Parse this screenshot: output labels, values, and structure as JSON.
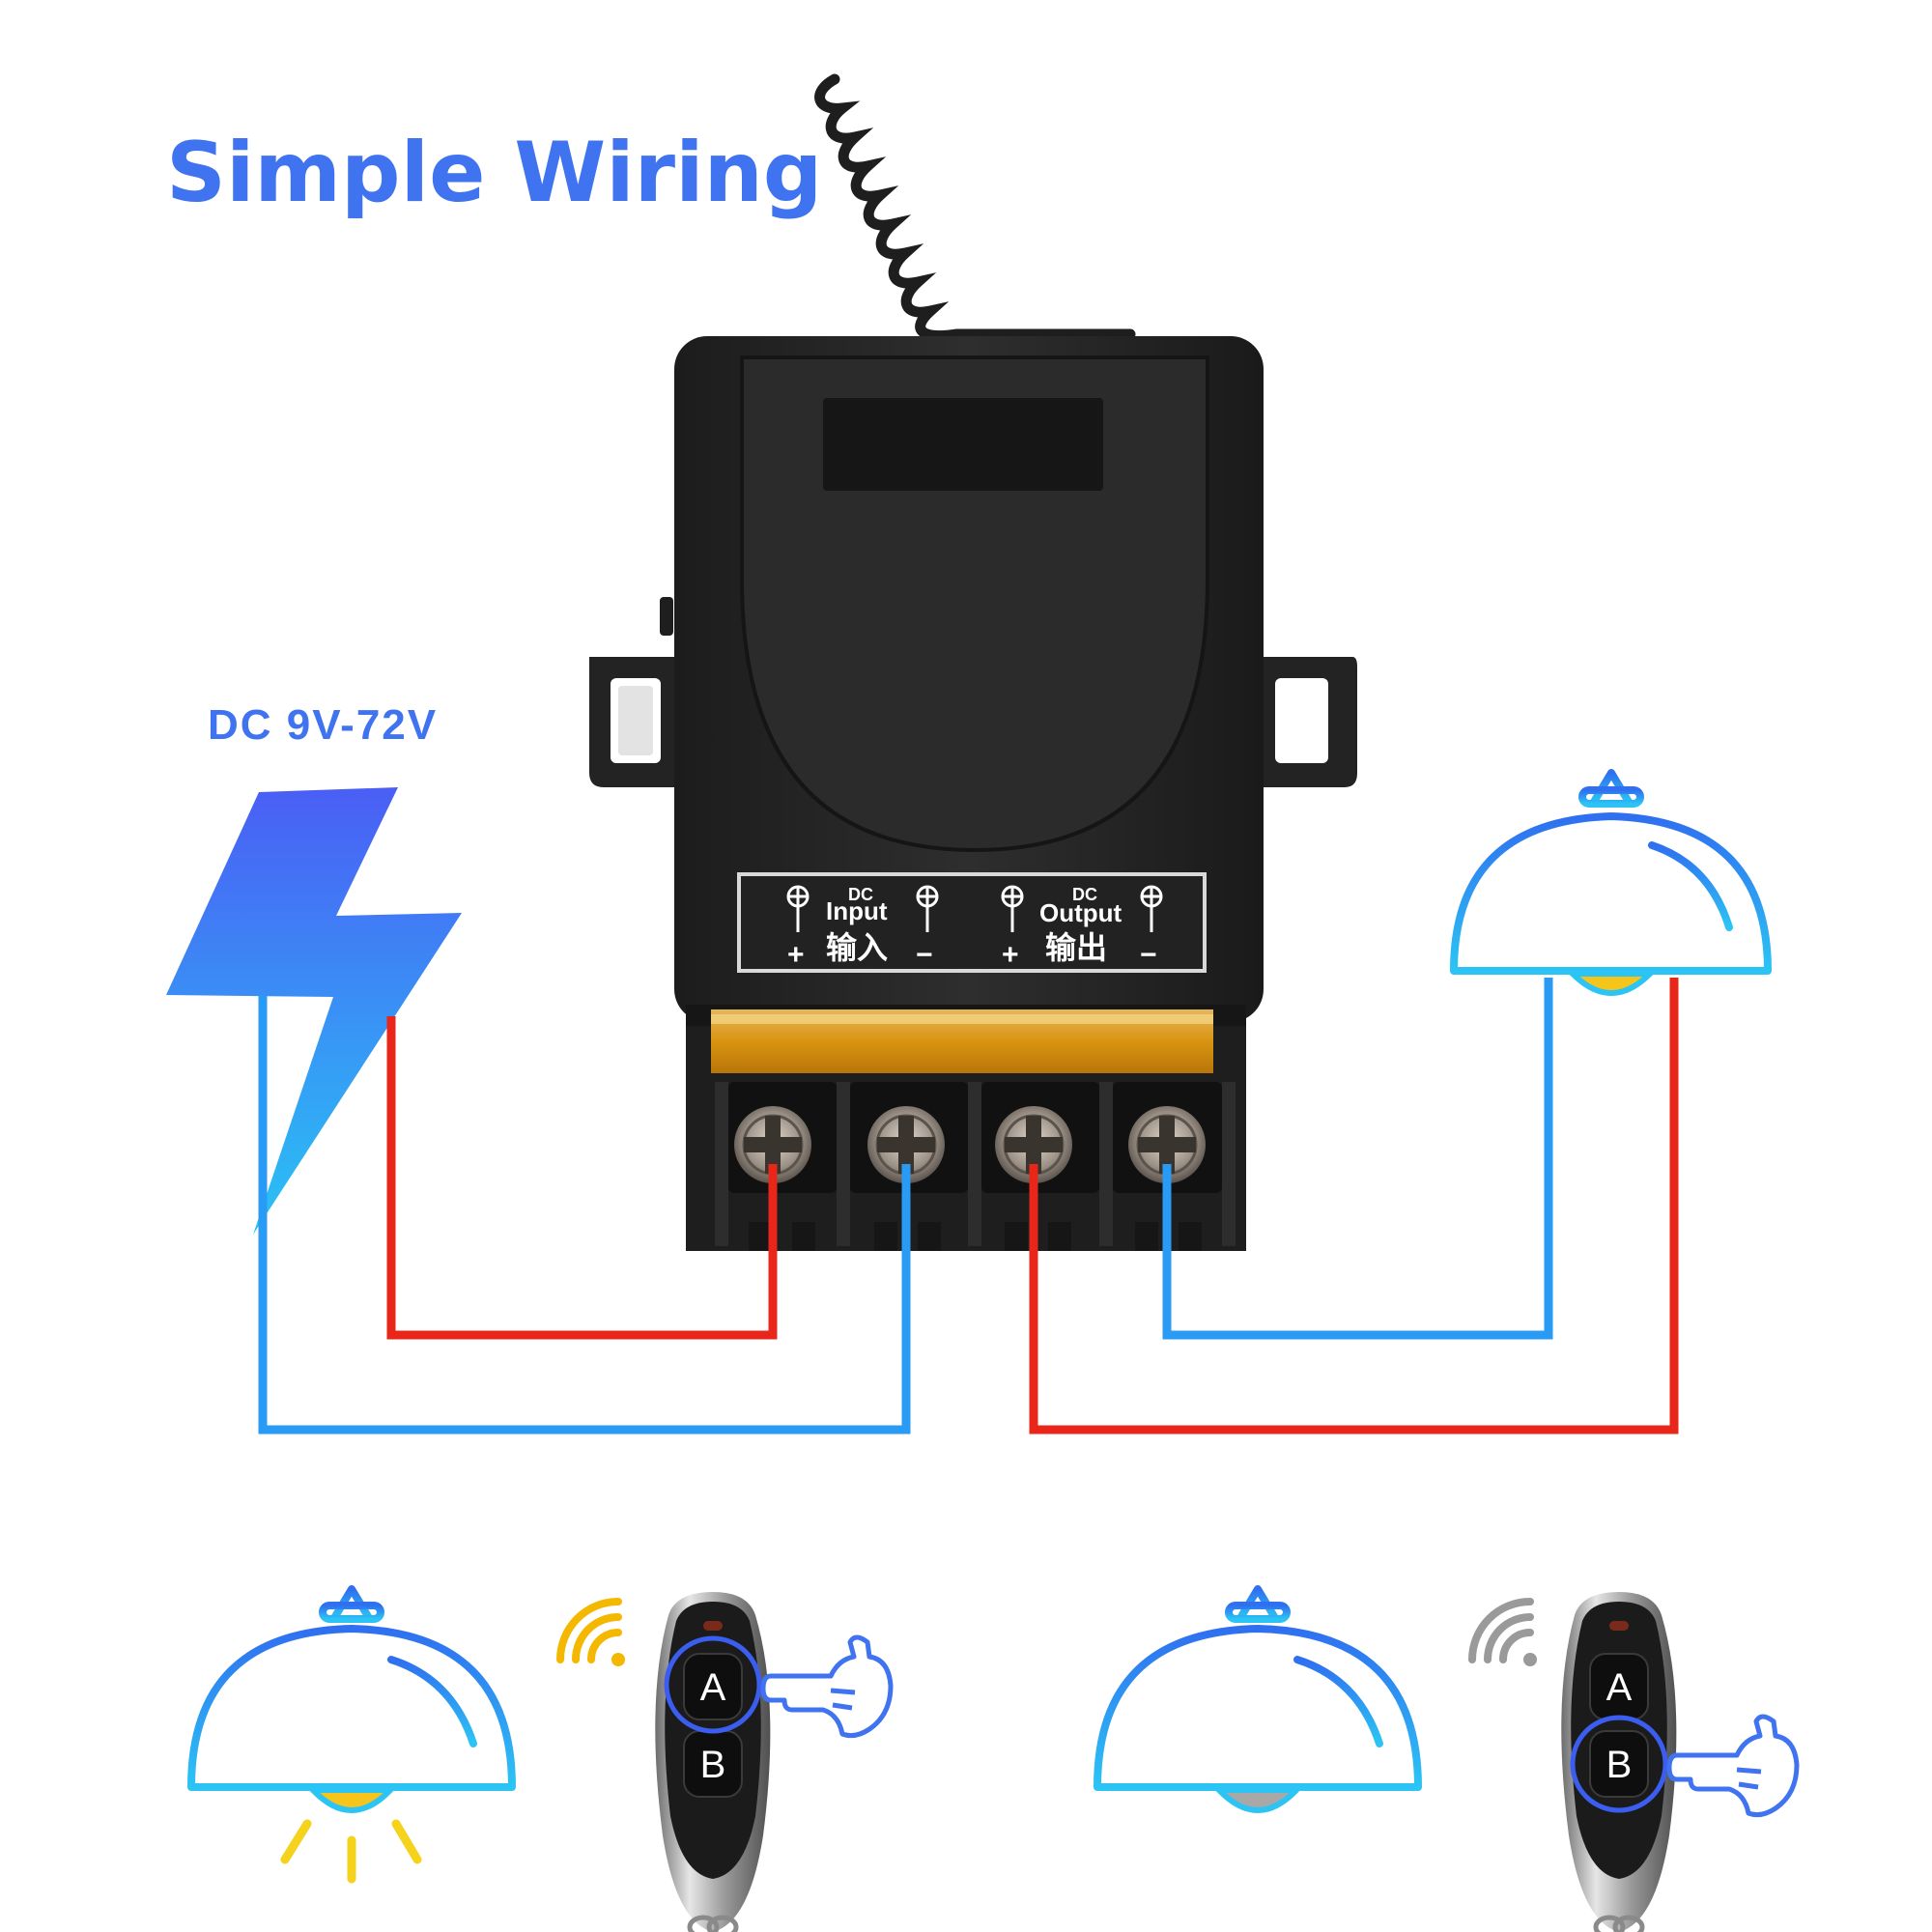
{
  "title": "Simple Wiring",
  "voltage_label": "DC 9V-72V",
  "panel": {
    "input_dc": "DC",
    "input_label": "Input",
    "input_cn": "输入",
    "output_dc": "DC",
    "output_label": "Output",
    "output_cn": "输出",
    "plus": "+",
    "minus": "−"
  },
  "remote_left": {
    "key_a": "A",
    "key_b": "B",
    "pressed": "A"
  },
  "remote_right": {
    "key_a": "A",
    "key_b": "B",
    "pressed": "B"
  },
  "colors": {
    "title": "#3f73f0",
    "wire_positive": "#e8261a",
    "wire_negative": "#2a9bf5",
    "lamp_on": "#f5c51b",
    "lamp_off": "#a8a8a8",
    "signal_active": "#f5b800",
    "signal_inactive": "#9a9a9a",
    "housing": "#262626",
    "cover": "#e7a21a"
  },
  "icons": [
    "lightning-icon",
    "lamp-icon",
    "remote-icon",
    "signal-icon",
    "pointing-hand-icon"
  ]
}
